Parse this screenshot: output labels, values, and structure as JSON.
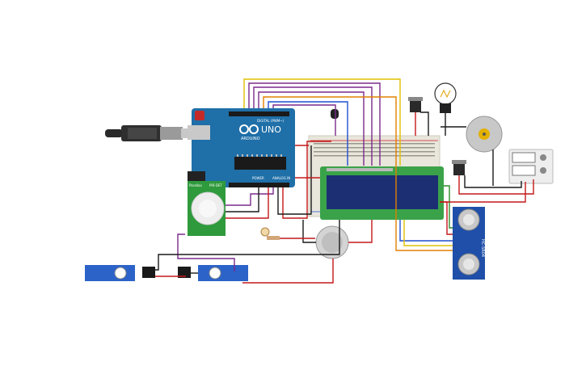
{
  "arduino": {
    "logo_text": "UNO",
    "brand_text": "ARDUINO",
    "digital_label": "DIGITAL (PWM~)",
    "power_label": "POWER",
    "analog_label": "ANALOG IN"
  },
  "pir": {
    "brand": "Parallax",
    "model": "PIR-DET"
  },
  "ultrasonic": {
    "model": "HC-SR04"
  },
  "lcd": {
    "rows": 2,
    "columns": 16
  },
  "colors": {
    "board_blue": "#1f6fa8",
    "breadboard": "#e9e6dc",
    "lcd_green": "#3aa34a",
    "lcd_screen": "#1c2f73",
    "pir_green": "#2f9a3c",
    "servo_blue": "#2b63c9",
    "wire_red": "#c4181b",
    "wire_black": "#1a1a1a",
    "wire_purple": "#7b2a8c",
    "wire_orange": "#e08000",
    "wire_yellow": "#e0c000",
    "wire_blue": "#1f4fcf",
    "wire_green": "#2b8c2b"
  },
  "icons": [
    "usb-cable-icon",
    "light-bulb-icon",
    "dc-motor-icon",
    "power-supply-icon",
    "potentiometer-icon",
    "photoresistor-icon"
  ]
}
